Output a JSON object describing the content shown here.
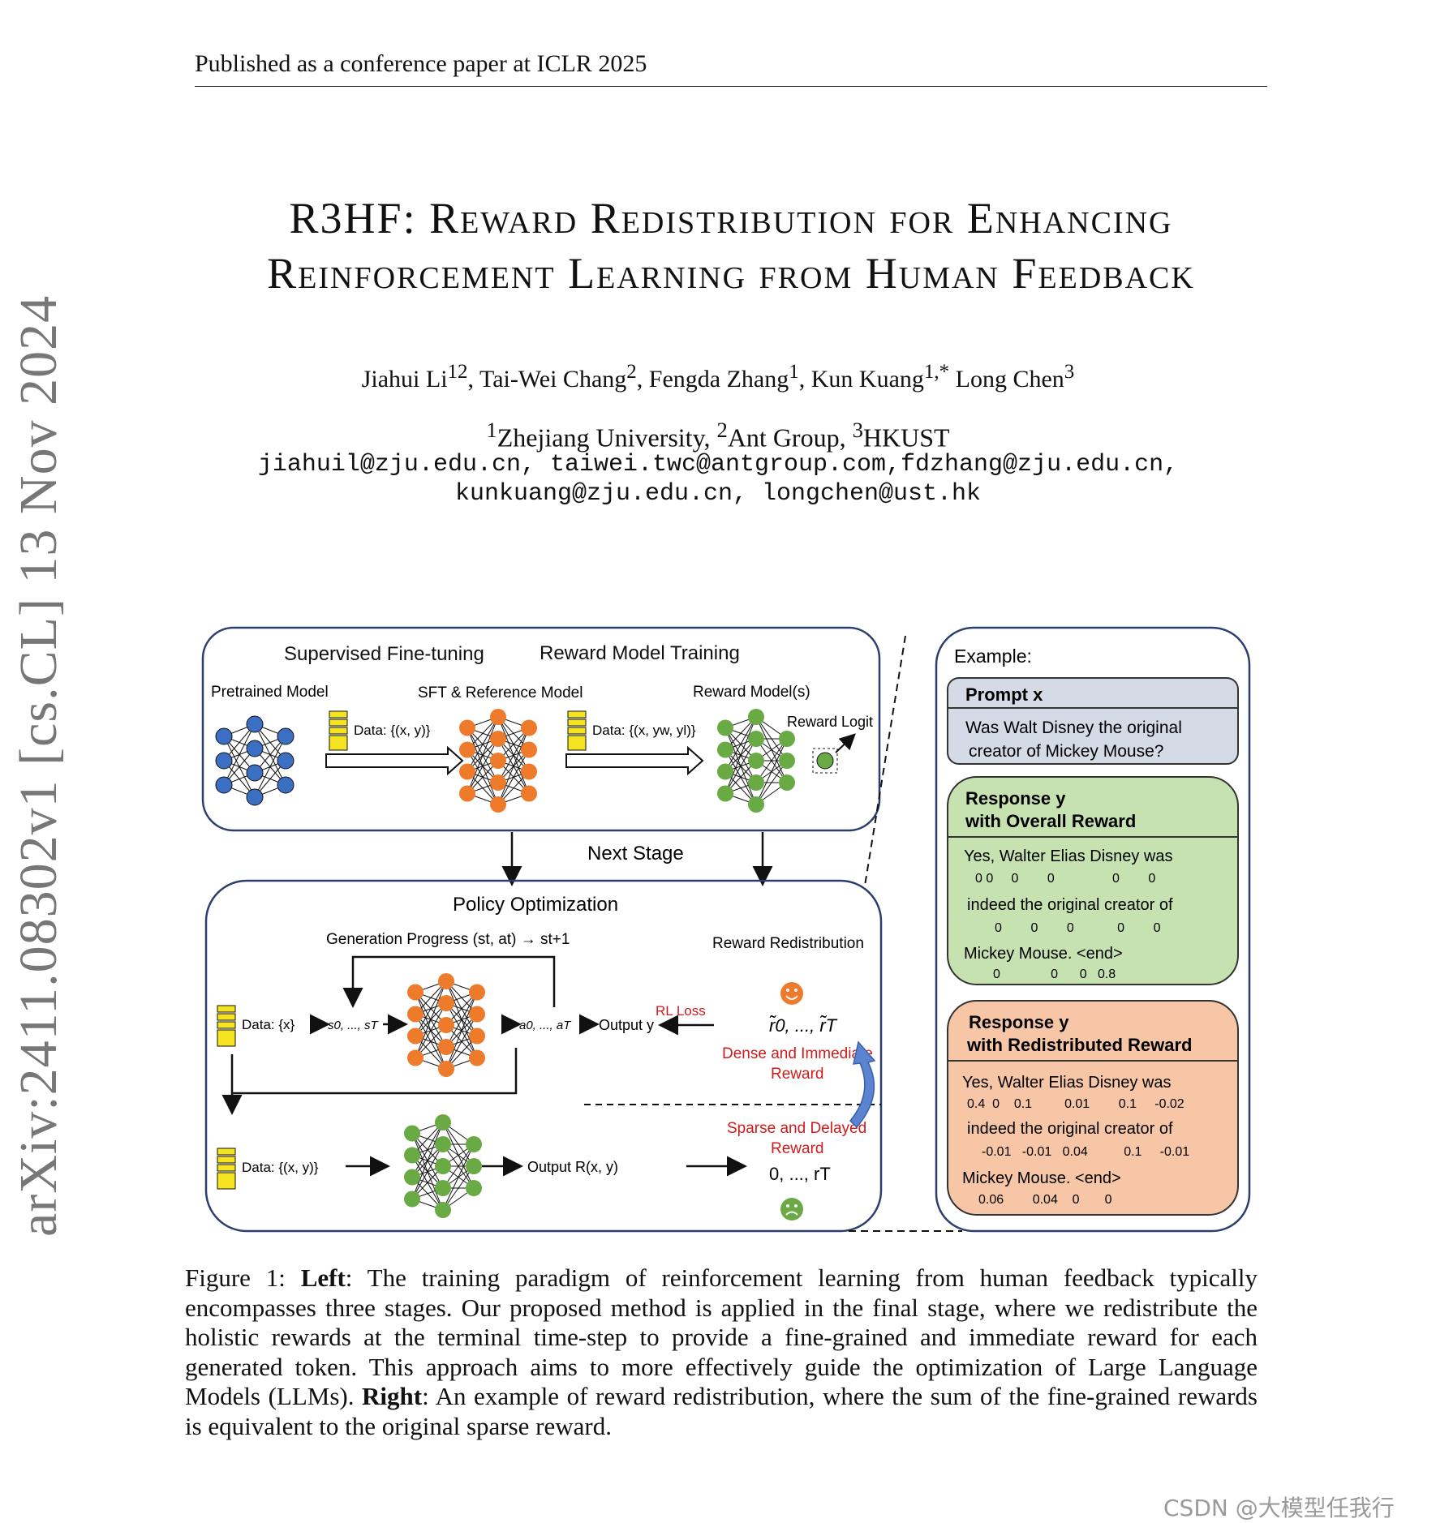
{
  "header": "Published as a conference paper at ICLR 2025",
  "arxiv_stamp": "arXiv:2411.08302v1  [cs.CL]  13 Nov 2024",
  "title": {
    "line1": "R3HF: Reward Redistribution for Enhancing",
    "line2": "Reinforcement Learning from Human Feedback"
  },
  "authors": {
    "a1": "Jiahui Li",
    "a1_sup": "12",
    "a2": "Tai-Wei Chang",
    "a2_sup": "2",
    "a3": "Fengda Zhang",
    "a3_sup": "1",
    "a4": "Kun Kuang",
    "a4_sup": "1,*",
    "a5": "Long Chen",
    "a5_sup": "3"
  },
  "affiliations": {
    "s1": "1",
    "n1": "Zhejiang University,",
    "s2": "2",
    "n2": "Ant Group,",
    "s3": "3",
    "n3": "HKUST"
  },
  "emails": {
    "line1": "jiahuil@zju.edu.cn, taiwei.twc@antgroup.com,fdzhang@zju.edu.cn,",
    "line2": "kunkuang@zju.edu.cn, longchen@ust.hk"
  },
  "figure": {
    "sft_title": "Supervised Fine-tuning",
    "rm_title": "Reward Model Training",
    "pretrained": "Pretrained Model",
    "sft_ref": "SFT & Reference Model",
    "reward_models": "Reward Model(s)",
    "reward_logit": "Reward Logit",
    "data_xy": "Data: {(x, y)}",
    "data_xyy": "Data: {(x, yw, yl)}",
    "next_stage": "Next Stage",
    "policy_opt": "Policy Optimization",
    "gen_progress": "Generation Progress (st, at) → st+1",
    "reward_redis": "Reward Redistribution",
    "data_x": "Data: {x}",
    "states": "s0, ..., sT",
    "actions": "a0, ..., aT",
    "output_y": "Output y",
    "rl_loss": "RL Loss",
    "r_tilde": "r̃0, ..., r̃T",
    "dense": "Dense and Immediate",
    "dense2": "Reward",
    "sparse": "Sparse and Delayed",
    "sparse2": "Reward",
    "data_xy2": "Data: {(x, y)}",
    "output_r": "Output R(x, y)",
    "r_sparse": "0, ..., rT",
    "example": "Example:",
    "prompt_title": "Prompt x",
    "prompt_l1": "Was Walt Disney the original",
    "prompt_l2": "creator  of  Mickey Mouse?",
    "resp1_t1": "Response y",
    "resp1_t2": "with Overall Reward",
    "resp2_t1": "Response y",
    "resp2_t2": "with Redistributed Reward",
    "r1_l1": "Yes,  Walter Elias  Disney was",
    "r1_v1": "0 0     0        0                0        0",
    "r1_l2": "indeed  the original creator of",
    "r1_v2": "0        0        0            0        0",
    "r1_l3": "Mickey Mouse. <end>",
    "r1_v3": "0              0      0   0.8",
    "r2_l1": "Yes,  Walter Elias  Disney was",
    "r2_v1": "0.4  0    0.1         0.01        0.1     -0.02",
    "r2_l2": "indeed  the original creator of",
    "r2_v2": "-0.01   -0.01   0.04          0.1     -0.01",
    "r2_l3": "Mickey Mouse. <end>",
    "r2_v3": "0.06        0.04    0       0"
  },
  "caption": {
    "fig": "Figure 1:",
    "left": "Left",
    "text1": ": The training paradigm of reinforcement learning from human feedback typically encompasses three stages. Our proposed method is applied in the final stage, where we redistribute the holistic rewards at the terminal time-step to provide a fine-grained and immediate reward for each generated token. This approach aims to more effectively guide the optimization of Large Language Models (LLMs).",
    "right": "Right",
    "text2": ": An example of reward redistribution, where the sum of the fine-grained rewards is equivalent to the original sparse reward."
  },
  "watermark": "CSDN @大模型任我行",
  "colors": {
    "blue_node": "#3a6fc4",
    "orange_node": "#ee7a2c",
    "green_node": "#6aaa45",
    "frame": "#2b3f6e",
    "prompt_bg": "#d5dbe6",
    "resp1_bg": "#c7e2b1",
    "resp2_bg": "#f6c6a6",
    "red_text": "#d01b1b"
  }
}
